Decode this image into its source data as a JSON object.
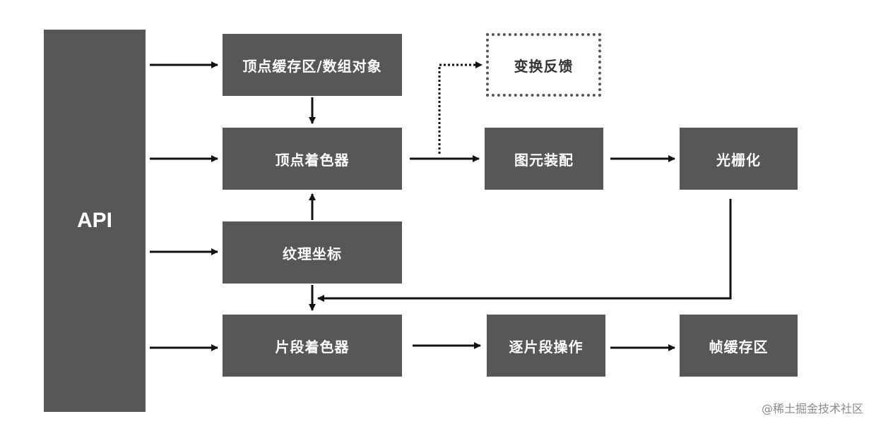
{
  "api": {
    "label": "API"
  },
  "nodes": {
    "vbo": "顶点缓存区/数组对象",
    "vertex_shader": "顶点着色器",
    "texture_coords": "纹理坐标",
    "fragment_shader": "片段着色器",
    "transform_feedback": "变换反馈",
    "primitive_assembly": "图元装配",
    "rasterization": "光栅化",
    "per_fragment_ops": "逐片段操作",
    "framebuffer": "帧缓存区"
  },
  "watermark": "@稀土掘金技术社区",
  "colors": {
    "box": "#575757",
    "line": "#111111"
  }
}
